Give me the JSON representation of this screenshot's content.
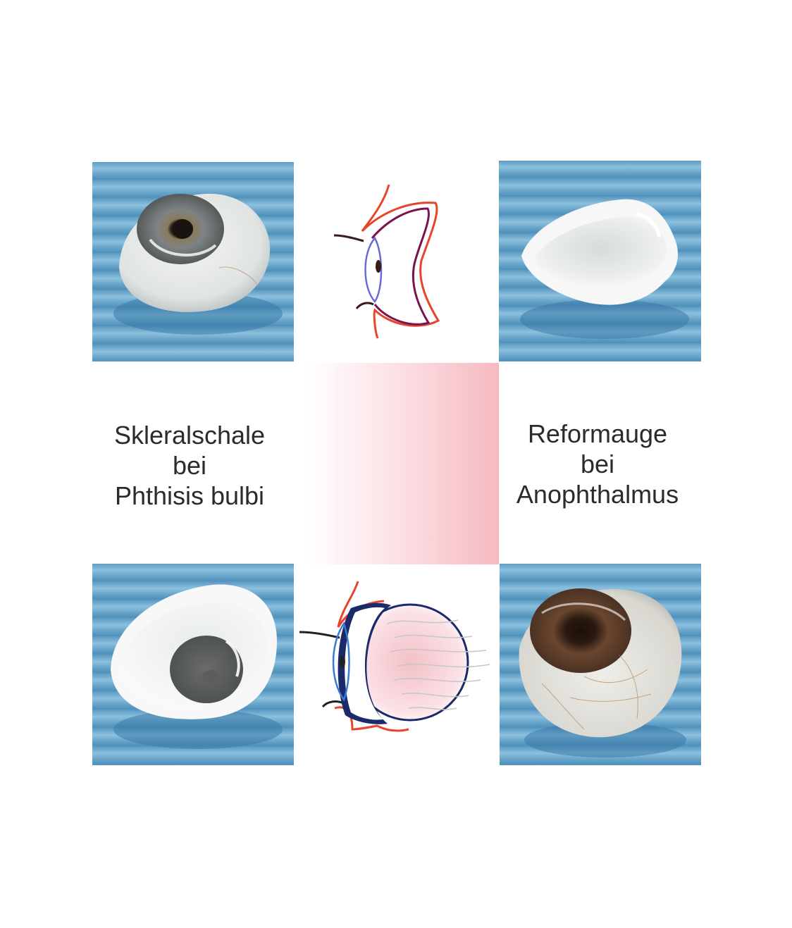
{
  "left_label": {
    "line1": "Skleralschale",
    "line2": "bei",
    "line3": "Phthisis bulbi"
  },
  "right_label": {
    "line1": "Reformauge",
    "line2": "bei",
    "line3": "Anophthalmus"
  },
  "colors": {
    "photo_background": "#5d9dc4",
    "eyelid_outline": "#e8442c",
    "socket_outline": "#7a1450",
    "cornea_outline": "#6a6adc",
    "globe_outline": "#1a2a6a",
    "center_gradient": "#f6b9c1"
  }
}
